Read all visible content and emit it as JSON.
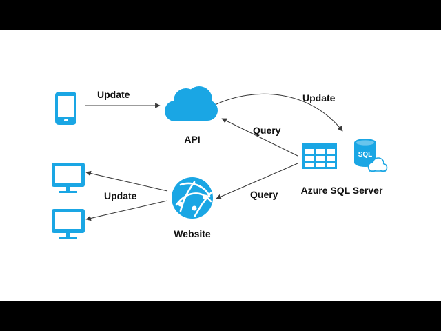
{
  "colors": {
    "icon": "#1aa6e4",
    "edge": "#3a3a3a",
    "background": "#ffffff",
    "letterbox": "#000000"
  },
  "nodes": {
    "mobile": {
      "icon": "mobile-phone-icon"
    },
    "api": {
      "label": "API",
      "icon": "cloud-icon"
    },
    "sql": {
      "label": "Azure SQL Server",
      "icons": [
        "table-grid-icon",
        "sql-database-icon"
      ],
      "badge": "SQL"
    },
    "website": {
      "label": "Website",
      "icon": "globe-icon"
    },
    "monitor1": {
      "icon": "monitor-icon"
    },
    "monitor2": {
      "icon": "monitor-icon"
    }
  },
  "edges": {
    "mobile_to_api": "Update",
    "api_to_sql": "Update",
    "sql_to_api": "Query",
    "sql_to_website": "Query",
    "website_to_monitors": "Update"
  }
}
